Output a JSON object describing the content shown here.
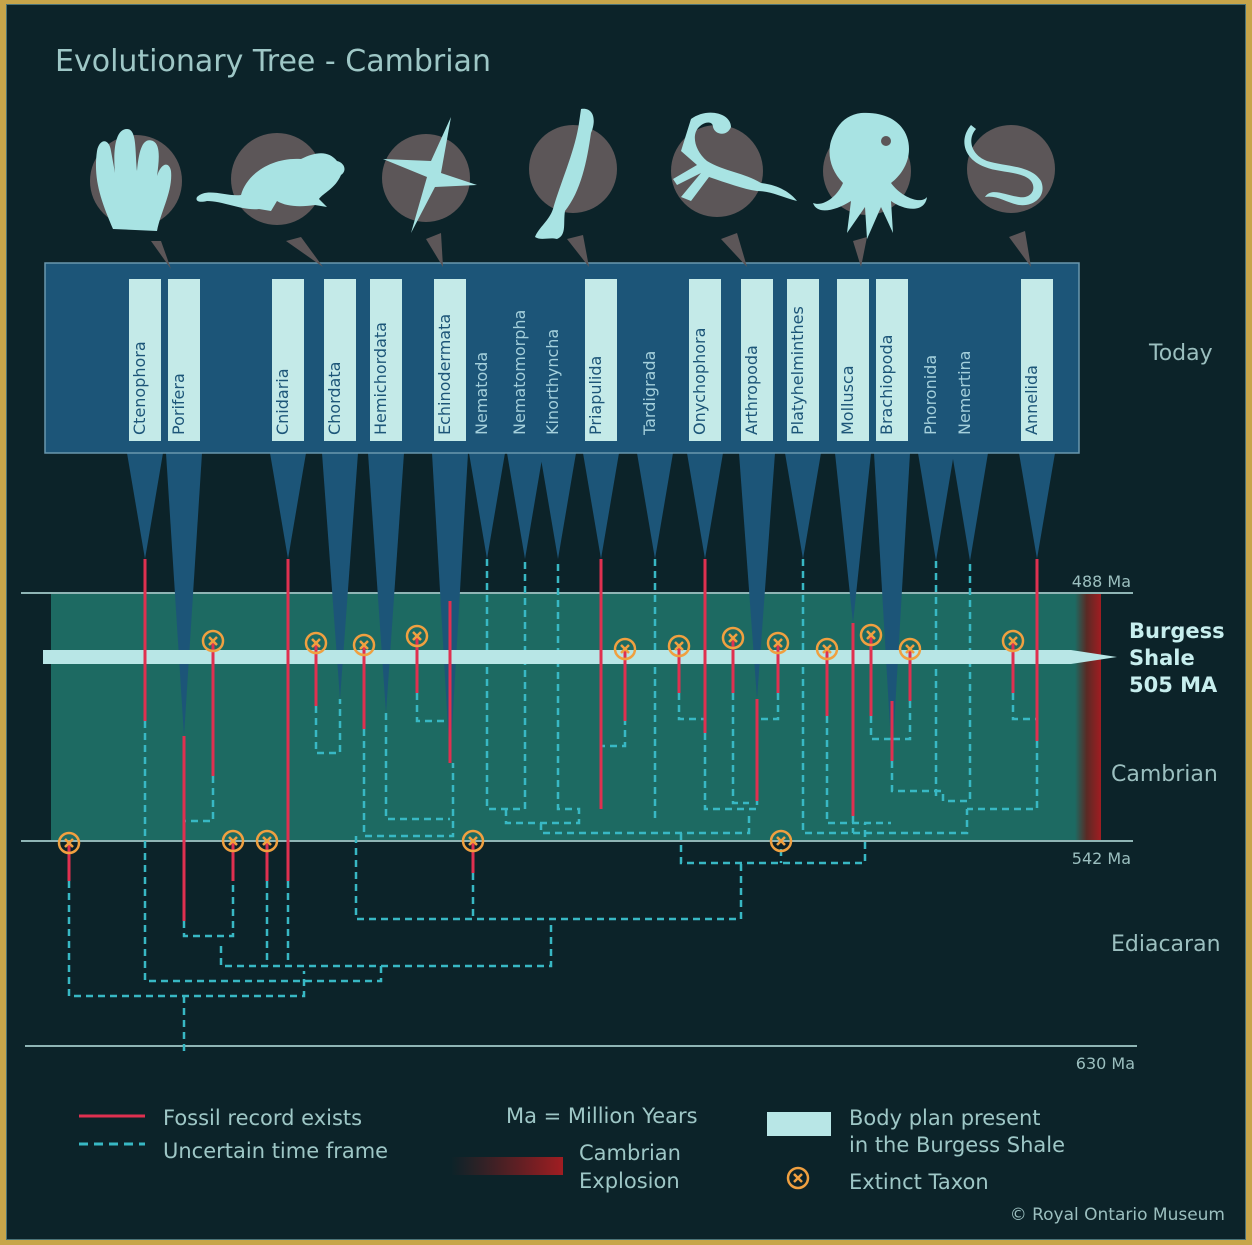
{
  "title": "Evolutionary Tree - Cambrian",
  "time_labels": {
    "today": "Today",
    "cambrian": "Cambrian",
    "ediacaran": "Ediacaran"
  },
  "boundaries": {
    "ma488": "488 Ma",
    "ma542": "542 Ma",
    "ma630": "630 Ma"
  },
  "burgess": {
    "line1": "Burgess",
    "line2": "Shale",
    "line3": "505 MA"
  },
  "taxa": [
    {
      "name": "Ctenophora",
      "boxed": true
    },
    {
      "name": "Porifera",
      "boxed": true
    },
    {
      "name": "Cnidaria",
      "boxed": true
    },
    {
      "name": "Chordata",
      "boxed": true
    },
    {
      "name": "Hemichordata",
      "boxed": true
    },
    {
      "name": "Echinodermata",
      "boxed": true
    },
    {
      "name": "Nematoda",
      "boxed": false
    },
    {
      "name": "Nematomorpha",
      "boxed": false
    },
    {
      "name": "Kinorthyncha",
      "boxed": false
    },
    {
      "name": "Priapulida",
      "boxed": true
    },
    {
      "name": "Tardigrada",
      "boxed": false
    },
    {
      "name": "Onychophora",
      "boxed": true
    },
    {
      "name": "Arthropoda",
      "boxed": true
    },
    {
      "name": "Platyhelminthes",
      "boxed": true
    },
    {
      "name": "Mollusca",
      "boxed": true
    },
    {
      "name": "Brachiopoda",
      "boxed": true
    },
    {
      "name": "Phoronida",
      "boxed": false
    },
    {
      "name": "Nemertina",
      "boxed": false
    },
    {
      "name": "Annelida",
      "boxed": true
    }
  ],
  "icons": [
    "sponge-icon",
    "mouse-icon",
    "starfish-icon",
    "priapulid-worm-icon",
    "scorpion-icon",
    "octopus-icon",
    "worm-icon"
  ],
  "legend": {
    "fossil": "Fossil record exists",
    "uncertain": "Uncertain time frame",
    "ma": "Ma = Million Years",
    "explosion_line1": "Cambrian",
    "explosion_line2": "Explosion",
    "body_line1": "Body plan present",
    "body_line2": "in the Burgess Shale",
    "extinct": "Extinct Taxon"
  },
  "credit": "© Royal Ontario Museum",
  "colors": {
    "background": "#0c2329",
    "panel": "#1c5578",
    "cambrian_band": "#1d6a62",
    "label_box": "#c4eae8",
    "fossil_red": "#e03050",
    "uncertain_dashed": "#38b8c4",
    "extinct_orange": "#f0a040",
    "icon_fill": "#a8e3e3",
    "icon_circle": "#5c5658",
    "explosion_red": "#8a1c1c"
  }
}
